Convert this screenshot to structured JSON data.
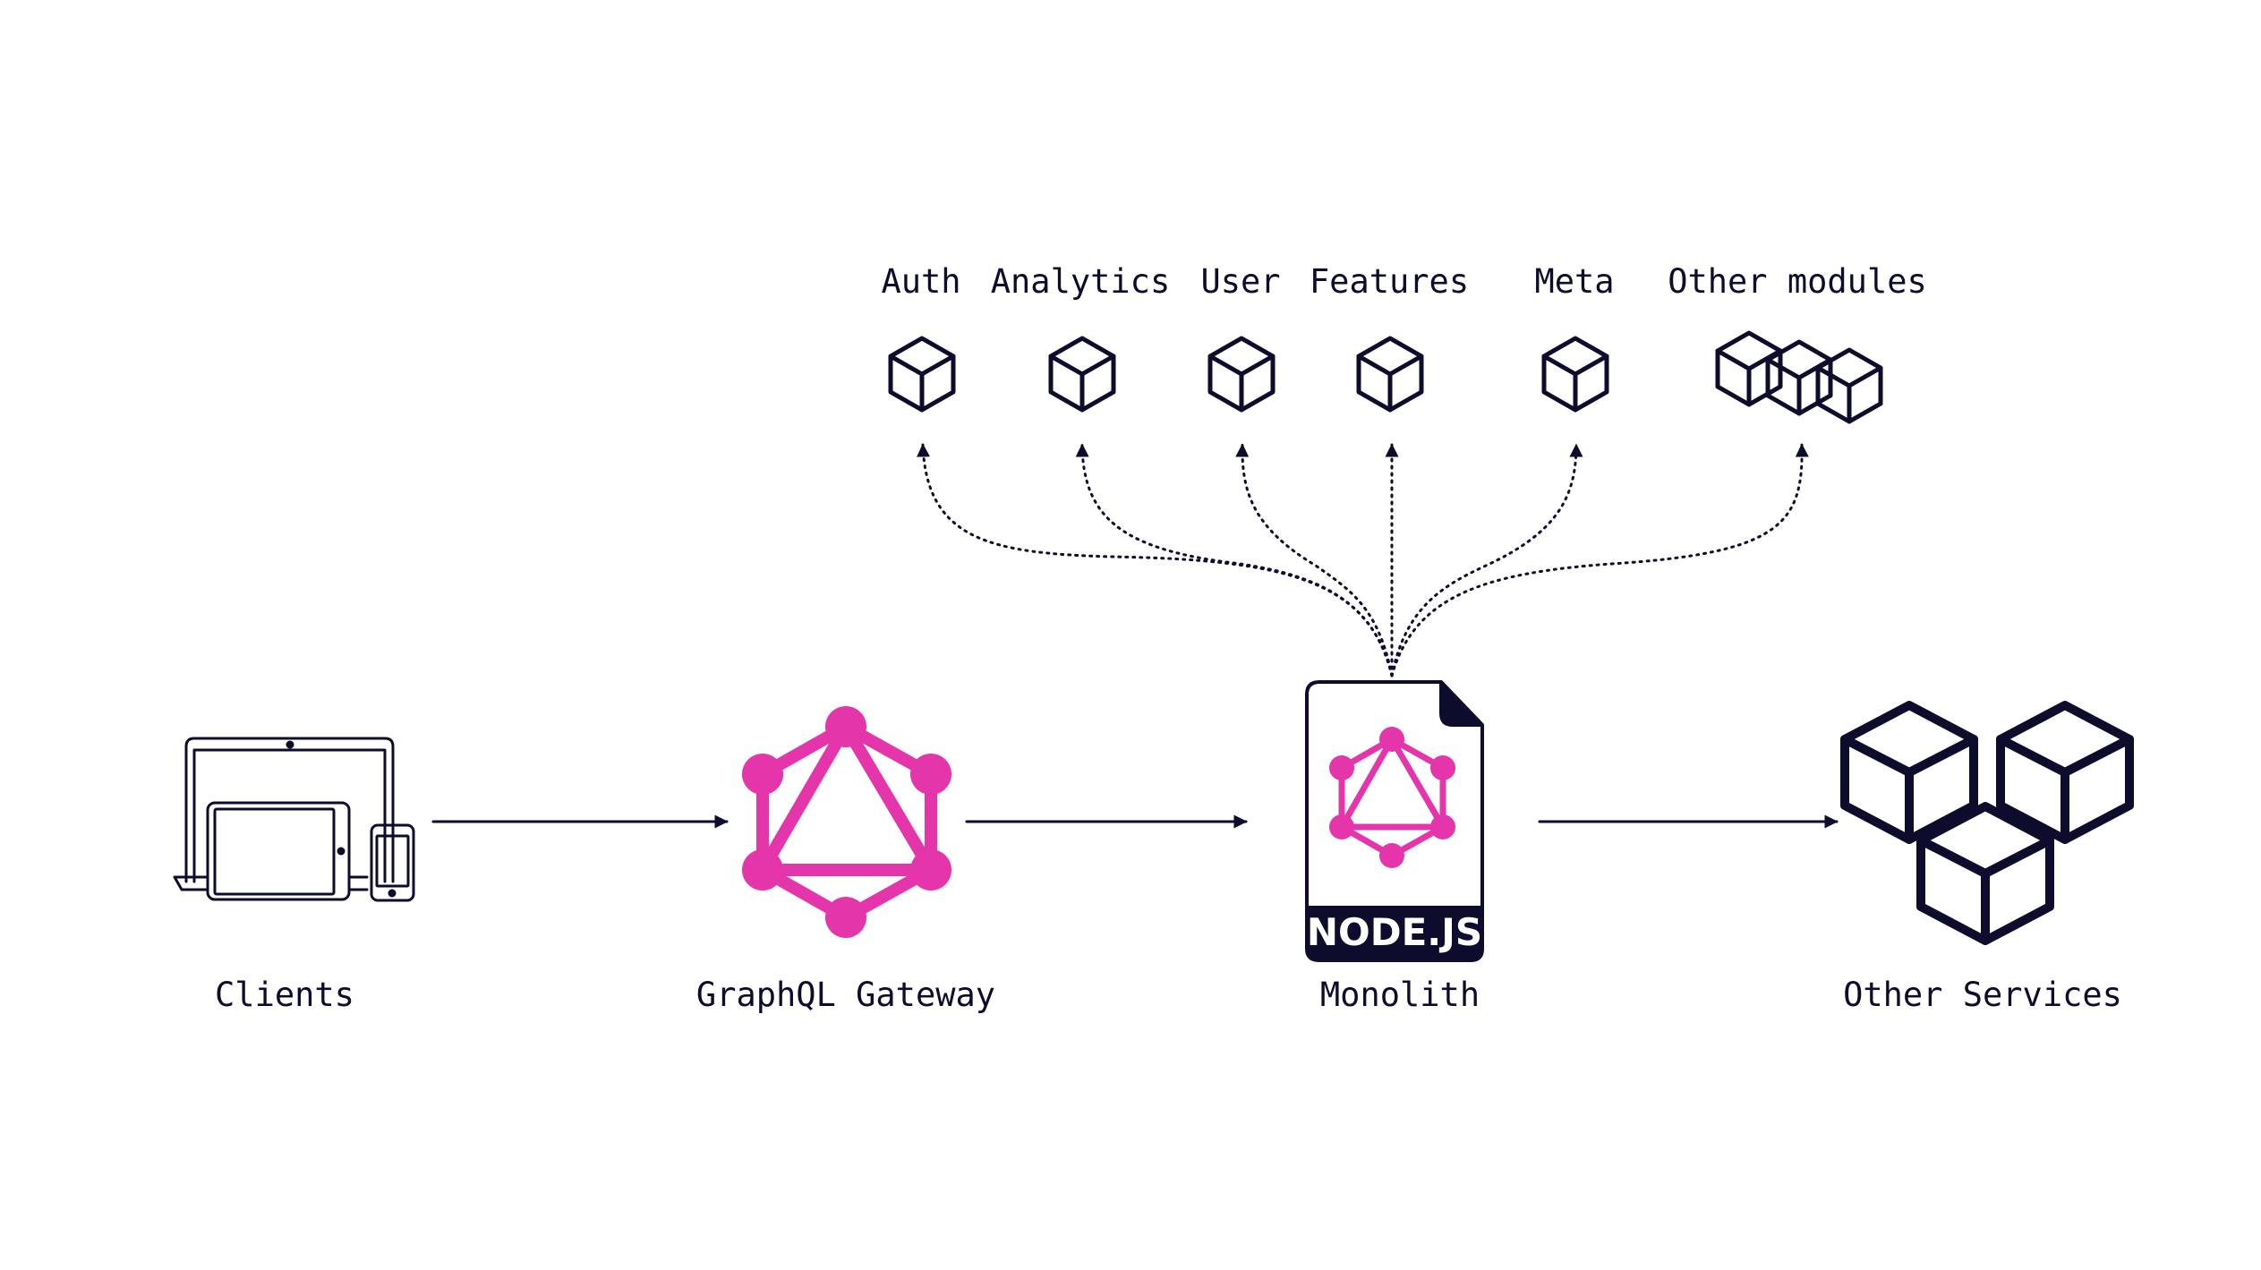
{
  "modules": [
    {
      "label": "Auth"
    },
    {
      "label": "Analytics"
    },
    {
      "label": "User"
    },
    {
      "label": "Features"
    },
    {
      "label": "Meta"
    },
    {
      "label": "Other modules"
    }
  ],
  "nodes": {
    "clients": "Clients",
    "gateway": "GraphQL Gateway",
    "monolith": "Monolith",
    "services": "Other Services"
  },
  "monolith_badge": "NODE.JS",
  "colors": {
    "ink": "#0d0c2c",
    "graphql_pink": "#e535ab",
    "background": "#ffffff"
  },
  "icons": {
    "clients": "devices-icon",
    "gateway": "graphql-logo-icon",
    "monolith": "nodejs-file-icon",
    "services": "cubes-icon",
    "module": "cube-icon"
  }
}
